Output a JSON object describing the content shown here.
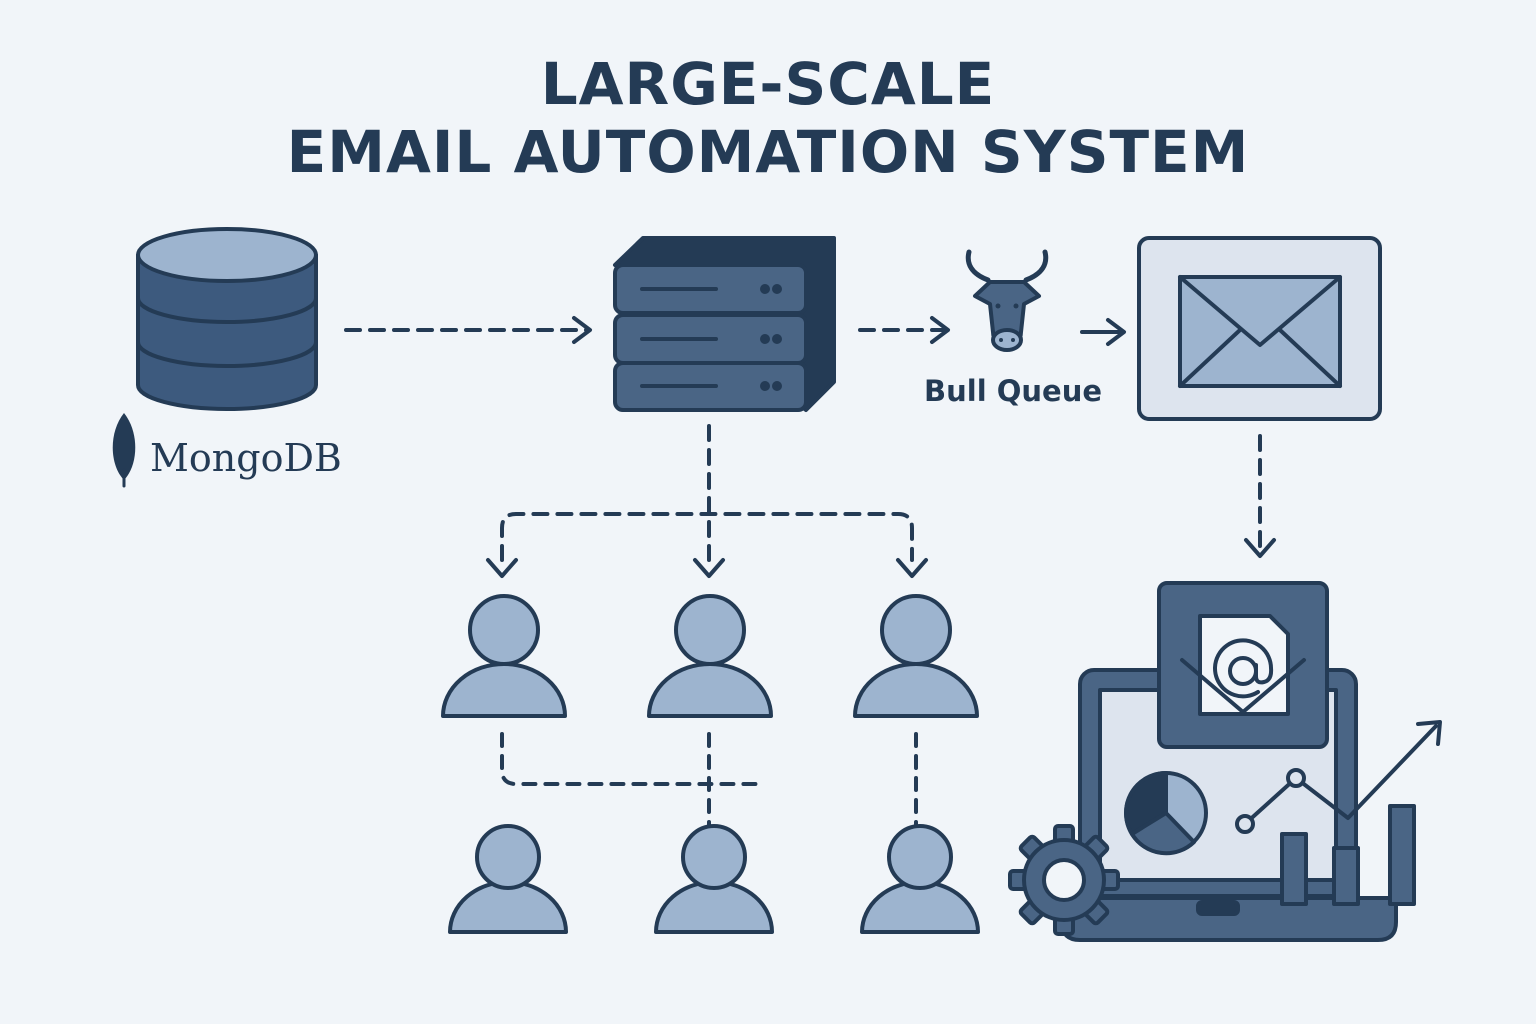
{
  "title": {
    "line1": "LARGE-SCALE",
    "line2": "EMAIL AUTOMATION SYSTEM"
  },
  "nodes": {
    "database": {
      "label": "MongoDB",
      "icon": "database-icon"
    },
    "server": {
      "icon": "server-stack-icon"
    },
    "queue": {
      "label": "Bull Queue",
      "icon": "bull-icon"
    },
    "mail": {
      "icon": "envelope-icon"
    },
    "recipients": {
      "icon": "user-icon",
      "count": 6
    },
    "dashboard": {
      "icon": "laptop-analytics-icon"
    }
  },
  "colors": {
    "background": "#f1f5f9",
    "dark": "#243b55",
    "mid": "#4a6585",
    "light": "#9db4cf",
    "pale": "#dde4ee"
  }
}
